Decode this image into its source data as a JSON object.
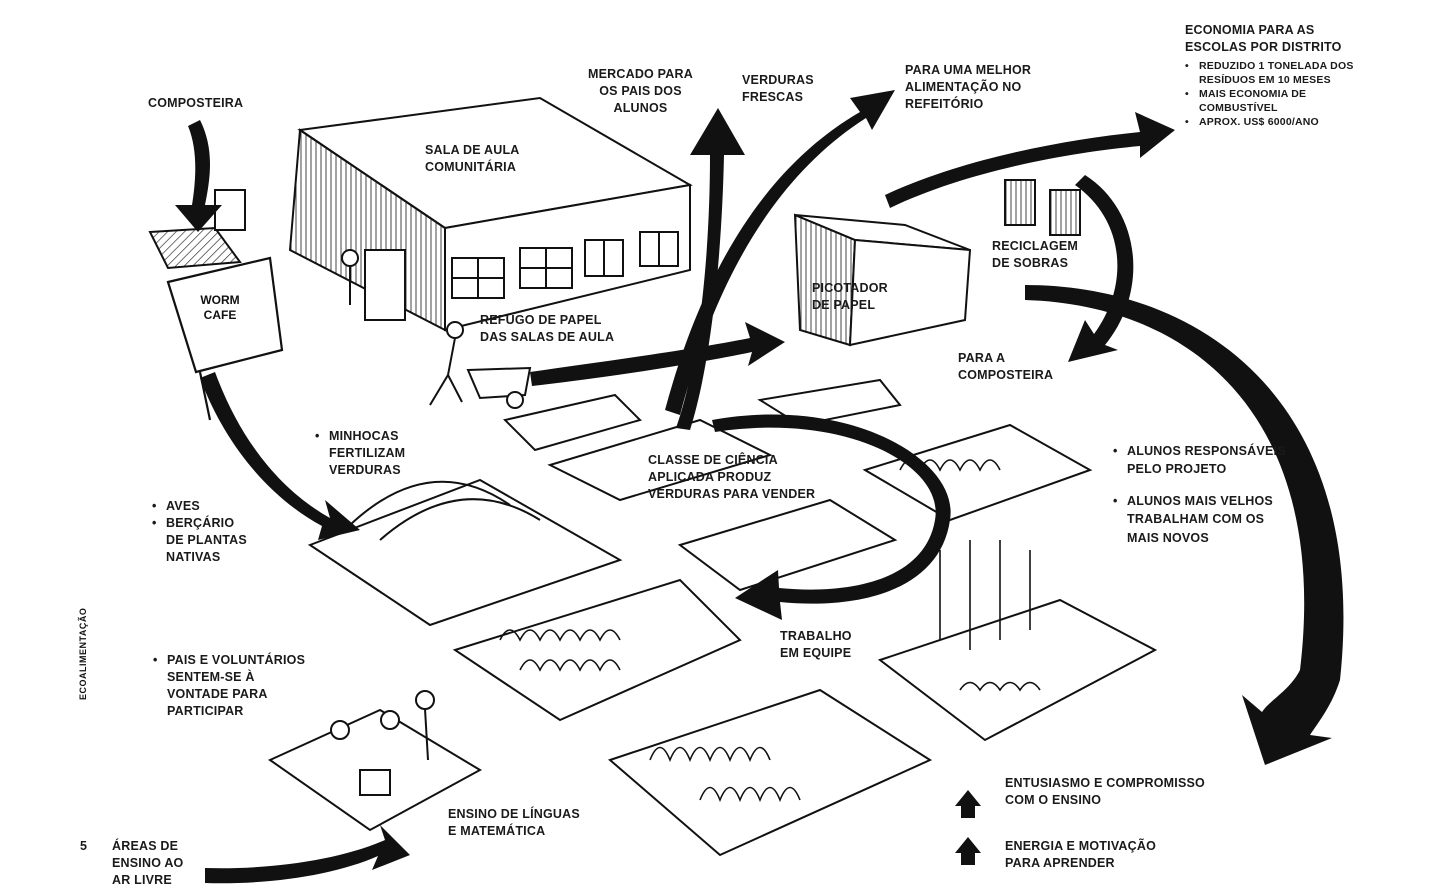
{
  "labels": {
    "compostagem": "COMPOSTEIRA",
    "sala_aula": "SALA DE AULA\nCOMUNITÁRIA",
    "worm_cafe": "WORM\nCAFE",
    "mercado": "MERCADO PARA\nOS PAIS DOS\nALUNOS",
    "verduras_frescas": "VERDURAS\nFRESCAS",
    "refeitorio": "PARA UMA MELHOR\nALIMENTAÇÃO NO\nREFEITÓRIO",
    "economia_title": "ECONOMIA PARA AS\nESCOLAS POR DISTRITO",
    "economia_items": [
      "Reduzido 1 tonelada dos\nresíduos em 10 meses",
      "Mais economia de\ncombustível",
      "Aprox. US$ 6000/ano"
    ],
    "reciclagem": "RECICLAGEM\nDE SOBRAS",
    "picotador": "PICOTADOR\nDE PAPEL",
    "refugo_papel": "REFUGO DE PAPEL\nDAS SALAS DE AULA",
    "para_compostagem": "PARA A\nCOMPOSTEIRA",
    "minhocas": "MINHOCAS\nFERTILIZAM\nVERDURAS",
    "aves_items": [
      "AVES",
      "BERÇÁRIO\nDE PLANTAS\nNATIVAS"
    ],
    "classe_ciencia": "CLASSE DE CIÊNCIA\nAPLICADA PRODUZ\nVERDURAS PARA VENDER",
    "alunos_items": [
      "ALUNOS RESPONSÁVEIS\nPELO PROJETO",
      "ALUNOS MAIS VELHOS\nTRABALHAM COM OS\nMAIS NOVOS"
    ],
    "trabalho_equipe": "TRABALHO\nEM EQUIPE",
    "pais_voluntarios": "PAIS E VOLUNTÁRIOS\nSENTEM-SE À\nVONTADE PARA\nPARTICIPAR",
    "ensino_linguas": "ENSINO DE LÍNGUAS\nE MATEMÁTICA",
    "areas_ensino_num": "5",
    "areas_ensino": "ÁREAS DE\nENSINO AO\nAR LIVRE",
    "legend_1": "ENTUSIASMO E COMPROMISSO\nCOM O ENSINO",
    "legend_2": "ENERGIA E MOTIVAÇÃO\nPARA APRENDER",
    "side_credit": "ECOALIMENTAÇÃO"
  },
  "colors": {
    "ink": "#111111",
    "paper": "#ffffff"
  }
}
